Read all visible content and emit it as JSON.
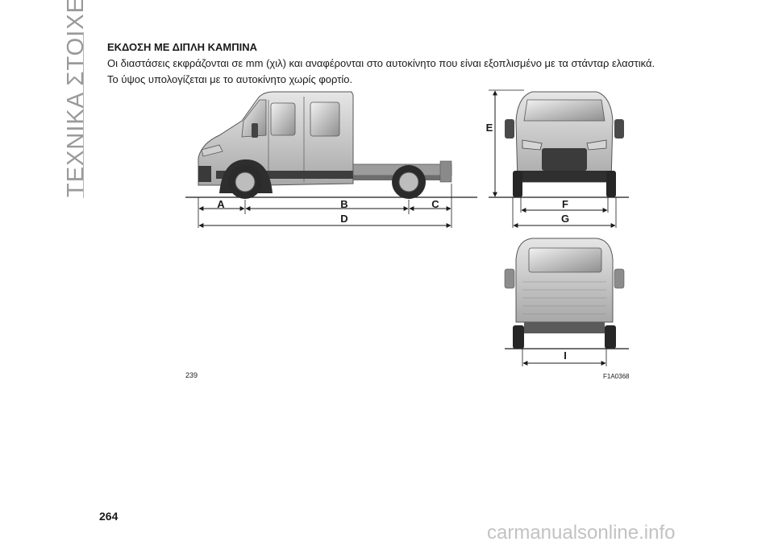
{
  "section_tab": "ΤΕΧΝΙΚΑ ΣΤΟΙΧΕΙΑ",
  "heading": "ΕΚΔΟΣΗ ΜΕ ΔΙΠΛΗ ΚΑΜΠΙΝΑ",
  "paragraph_1": "Οι διαστάσεις εκφράζονται σε mm (χιλ) και αναφέρονται στο αυτοκίνητο που είναι εξοπλισμένο με τα στάνταρ ελαστικά.",
  "paragraph_2": "Το ύψος υπολογίζεται με το αυτοκίνητο χωρίς φορτίο.",
  "figure": {
    "number": "239",
    "code": "F1A0368",
    "labels": {
      "A": "A",
      "B": "B",
      "C": "C",
      "D": "D",
      "E": "E",
      "F": "F",
      "G": "G",
      "I": "I"
    }
  },
  "page_number": "264",
  "watermark": "carmanualsonline.info"
}
